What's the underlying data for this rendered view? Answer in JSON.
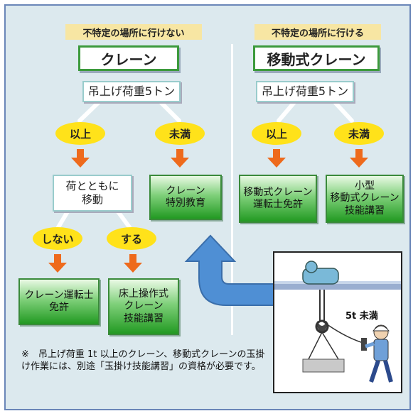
{
  "left": {
    "tag": "不特定の場所に行けない",
    "title": "クレーン",
    "load": "吊上げ荷重5トン",
    "above": "以上",
    "below": "未満",
    "move_with_load": [
      "荷とともに",
      "移動"
    ],
    "no": "しない",
    "yes": "する",
    "special_education": [
      "クレーン",
      "特別教育"
    ],
    "license": [
      "クレーン運転士",
      "免許"
    ],
    "floor_op": [
      "床上操作式",
      "クレーン",
      "技能講習"
    ]
  },
  "right": {
    "tag": "不特定の場所に行ける",
    "title": "移動式クレーン",
    "load": "吊上げ荷重5トン",
    "above": "以上",
    "below": "未満",
    "license": [
      "移動式クレーン",
      "運転士免許"
    ],
    "small": [
      "小型",
      "移動式クレーン",
      "技能講習"
    ]
  },
  "illustration": {
    "label": "5t 未満"
  },
  "note": "※　吊上げ荷重 1t 以上のクレーン、移動式クレーンの玉掛け作業には、別途「玉掛け技能講習」の資格が必要です。",
  "colors": {
    "background": "#dce9ee",
    "tag": "#f7e6a3",
    "oval": "#ffe21a",
    "arrow": "#ee6a1c",
    "green": "#229a22",
    "blue_arrow": "#4f8fd4"
  }
}
